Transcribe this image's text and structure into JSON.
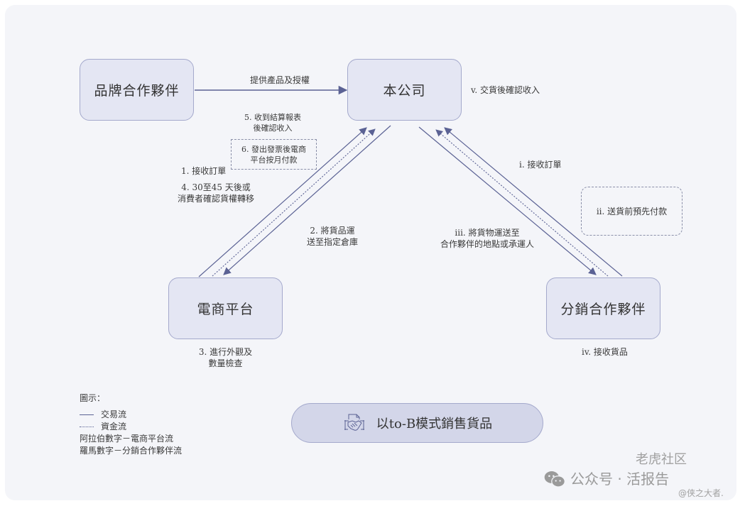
{
  "nodes": {
    "brand_partner": "品牌合作夥伴",
    "company": "本公司",
    "ecommerce": "電商平台",
    "distributor": "分銷合作夥伴"
  },
  "flows": {
    "brand_to_company": "提供產品及授權",
    "step5_line1": "5. 收到結算報表",
    "step5_line2": "後確認收入",
    "step6_line1": "6. 發出發票後電商",
    "step6_line2": "平台按月付款",
    "step1": "1. 接收訂單",
    "step4_line1": "4. 30至45 天後或",
    "step4_line2": "消費者確認貨權轉移",
    "step2_line1": "2. 將貨品運",
    "step2_line2": "送至指定倉庫",
    "step3_line1": "3. 進行外觀及",
    "step3_line2": "數量檢查",
    "step_v": "v. 交貨後確認收入",
    "step_i": "i. 接收訂單",
    "step_ii": "ii. 送貨前預先付款",
    "step_iii_line1": "iii. 將貨物運送至",
    "step_iii_line2": "合作夥伴的地點或承運人",
    "step_iv": "iv. 接收貨品"
  },
  "legend": {
    "title": "圖示：",
    "solid": "交易流",
    "dotted": "資金流",
    "arabic": "阿拉伯數字－電商平台流",
    "roman": "羅馬數字－分銷合作夥伴流"
  },
  "banner": {
    "label": "以to-B模式銷售貨品",
    "icon": "handshake-contract-icon"
  },
  "watermark": {
    "main": "公众号 · 活报告",
    "overlay": "老虎社区",
    "user": "@侠之大者."
  },
  "colors": {
    "node_fill": "#e4e6f3",
    "node_border": "#a4a9cc",
    "arrow": "#5b6294",
    "background": "#f4f5f9"
  }
}
